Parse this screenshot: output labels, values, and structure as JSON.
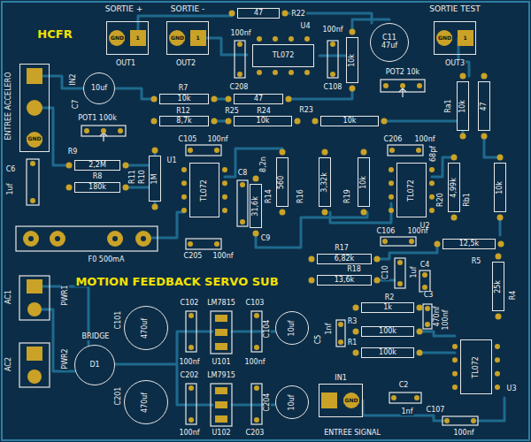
{
  "diagram": {
    "nodes": [
      {
        "text": [
          "GND",
          "1"
        ]
      },
      {
        "text": [
          "GND",
          "1"
        ]
      },
      {
        "text": [
          "GND",
          "1"
        ]
      },
      {
        "text": [
          "47"
        ]
      },
      {
        "text": [
          "TL072"
        ]
      },
      {
        "text": [
          "C11",
          "47uf"
        ]
      },
      {
        "text": [
          "10k"
        ]
      },
      {
        "text": [
          "10uf"
        ]
      },
      {
        "text": [
          "10k"
        ]
      },
      {
        "text": [
          "47"
        ]
      },
      {
        "text": [
          "8,7k"
        ]
      },
      {
        "text": [
          "10k"
        ]
      },
      {
        "text": [
          "10k"
        ]
      },
      {
        "text": [
          "10k"
        ]
      },
      {
        "text": [
          "47"
        ]
      },
      {
        "text": [
          "2,2M"
        ]
      },
      {
        "text": [
          "180k"
        ]
      },
      {
        "text": [
          "1M"
        ]
      },
      {
        "text": [
          "TL072"
        ]
      },
      {
        "text": [
          "31,6k"
        ]
      },
      {
        "text": [
          "560"
        ]
      },
      {
        "text": [
          "3,32k"
        ]
      },
      {
        "text": [
          "10k"
        ]
      },
      {
        "text": [
          "TL072"
        ]
      },
      {
        "text": [
          "4,99k"
        ]
      },
      {
        "text": [
          "10k"
        ]
      },
      {
        "text": [
          "6,82k"
        ]
      },
      {
        "text": [
          "13,6k"
        ]
      },
      {
        "text": [
          "12,5k"
        ]
      },
      {
        "text": [
          "25k"
        ]
      },
      {
        "text": [
          "1k"
        ]
      },
      {
        "text": [
          "100k"
        ]
      },
      {
        "text": [
          "100k"
        ]
      },
      {
        "text": [
          "TL072"
        ]
      },
      {
        "text": [
          "470uf"
        ]
      },
      {
        "text": [
          "470uf"
        ]
      },
      {
        "text": [
          "10uf"
        ]
      },
      {
        "text": [
          "10uf"
        ]
      },
      {
        "text": [
          "D1"
        ]
      },
      {
        "text": [
          "GND"
        ]
      },
      {
        "text": [
          "GND"
        ]
      }
    ],
    "labels": [
      "HCFR",
      "SORTIE +",
      "SORTIE -",
      "SORTIE TEST",
      "OUT1",
      "OUT2",
      "OUT3",
      "R22",
      "U4",
      "100nf",
      "100nf",
      "C208",
      "C108",
      "POT2 10k",
      "ENTREE ACCELERO",
      "IN2",
      "C7",
      "R7",
      "R25",
      "R24",
      "R12",
      "POT1 100k",
      "R23",
      "Ra1",
      "C105",
      "100nf",
      "C206",
      "100nf",
      "C6",
      "1uf",
      "R9",
      "R8",
      "R11",
      "R10",
      "U1",
      "C8",
      "8,2n",
      "C9",
      "R14",
      "R16",
      "R19",
      "68pf",
      "R20",
      "Rb1",
      "U2",
      "C205",
      "100nf",
      "C106",
      "100nf",
      "F0 500mA",
      "R17",
      "R18",
      "C10",
      "1uf",
      "C4",
      "R5",
      "R4",
      "C3",
      "470nf",
      "MOTION FEEDBACK SERVO SUB",
      "PWR1",
      "AC1",
      "AC2",
      "PWR2",
      "C102",
      "LM7815",
      "C103",
      "C101",
      "BRIDGE",
      "100nf",
      "U101",
      "100nf",
      "C104",
      "C5",
      "1nf",
      "R2",
      "R3",
      "R1",
      "100nf",
      "U3",
      "C202",
      "LM7915",
      "C201",
      "100nf",
      "U102",
      "C203",
      "C204",
      "IN1",
      "ENTREE SIGNAL",
      "C2",
      "1nf",
      "C107",
      "100nf"
    ]
  }
}
